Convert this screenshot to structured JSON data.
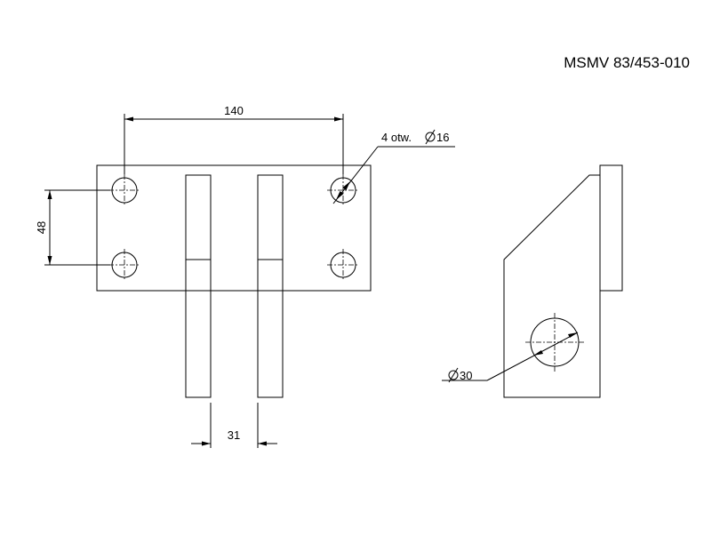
{
  "drawing_number": "MSMV 83/453-010",
  "dimensions": {
    "hole_spacing_horizontal": "140",
    "hole_spacing_vertical": "48",
    "hole_callout": "4 otw.",
    "hole_diameter": "16",
    "bar_spacing": "31",
    "bore_diameter": "30"
  }
}
